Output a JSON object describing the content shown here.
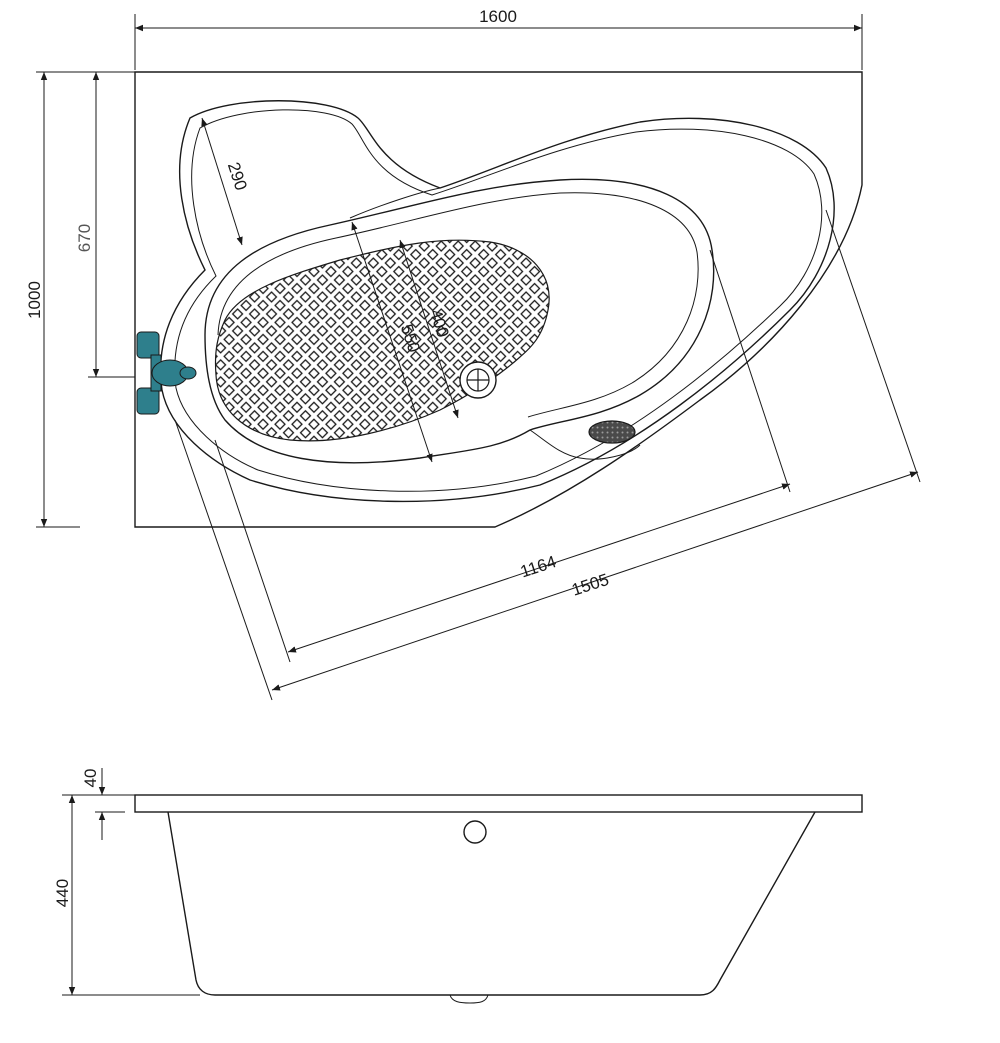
{
  "top_view": {
    "overall_width": "1600",
    "overall_depth": "1000",
    "headrest_offset": "670",
    "seat_width": "290",
    "inner_width_wide": "550",
    "inner_width_narrow": "400",
    "inner_length": "1164",
    "outer_length": "1505"
  },
  "side_view": {
    "rim_thickness": "40",
    "tub_height": "440"
  },
  "colors": {
    "line": "#1a1a1a",
    "faucet": "#2e7f8c",
    "drain": "#4a4a4a"
  },
  "icons": [
    "faucet-icon",
    "drain-icon",
    "overflow-icon"
  ]
}
